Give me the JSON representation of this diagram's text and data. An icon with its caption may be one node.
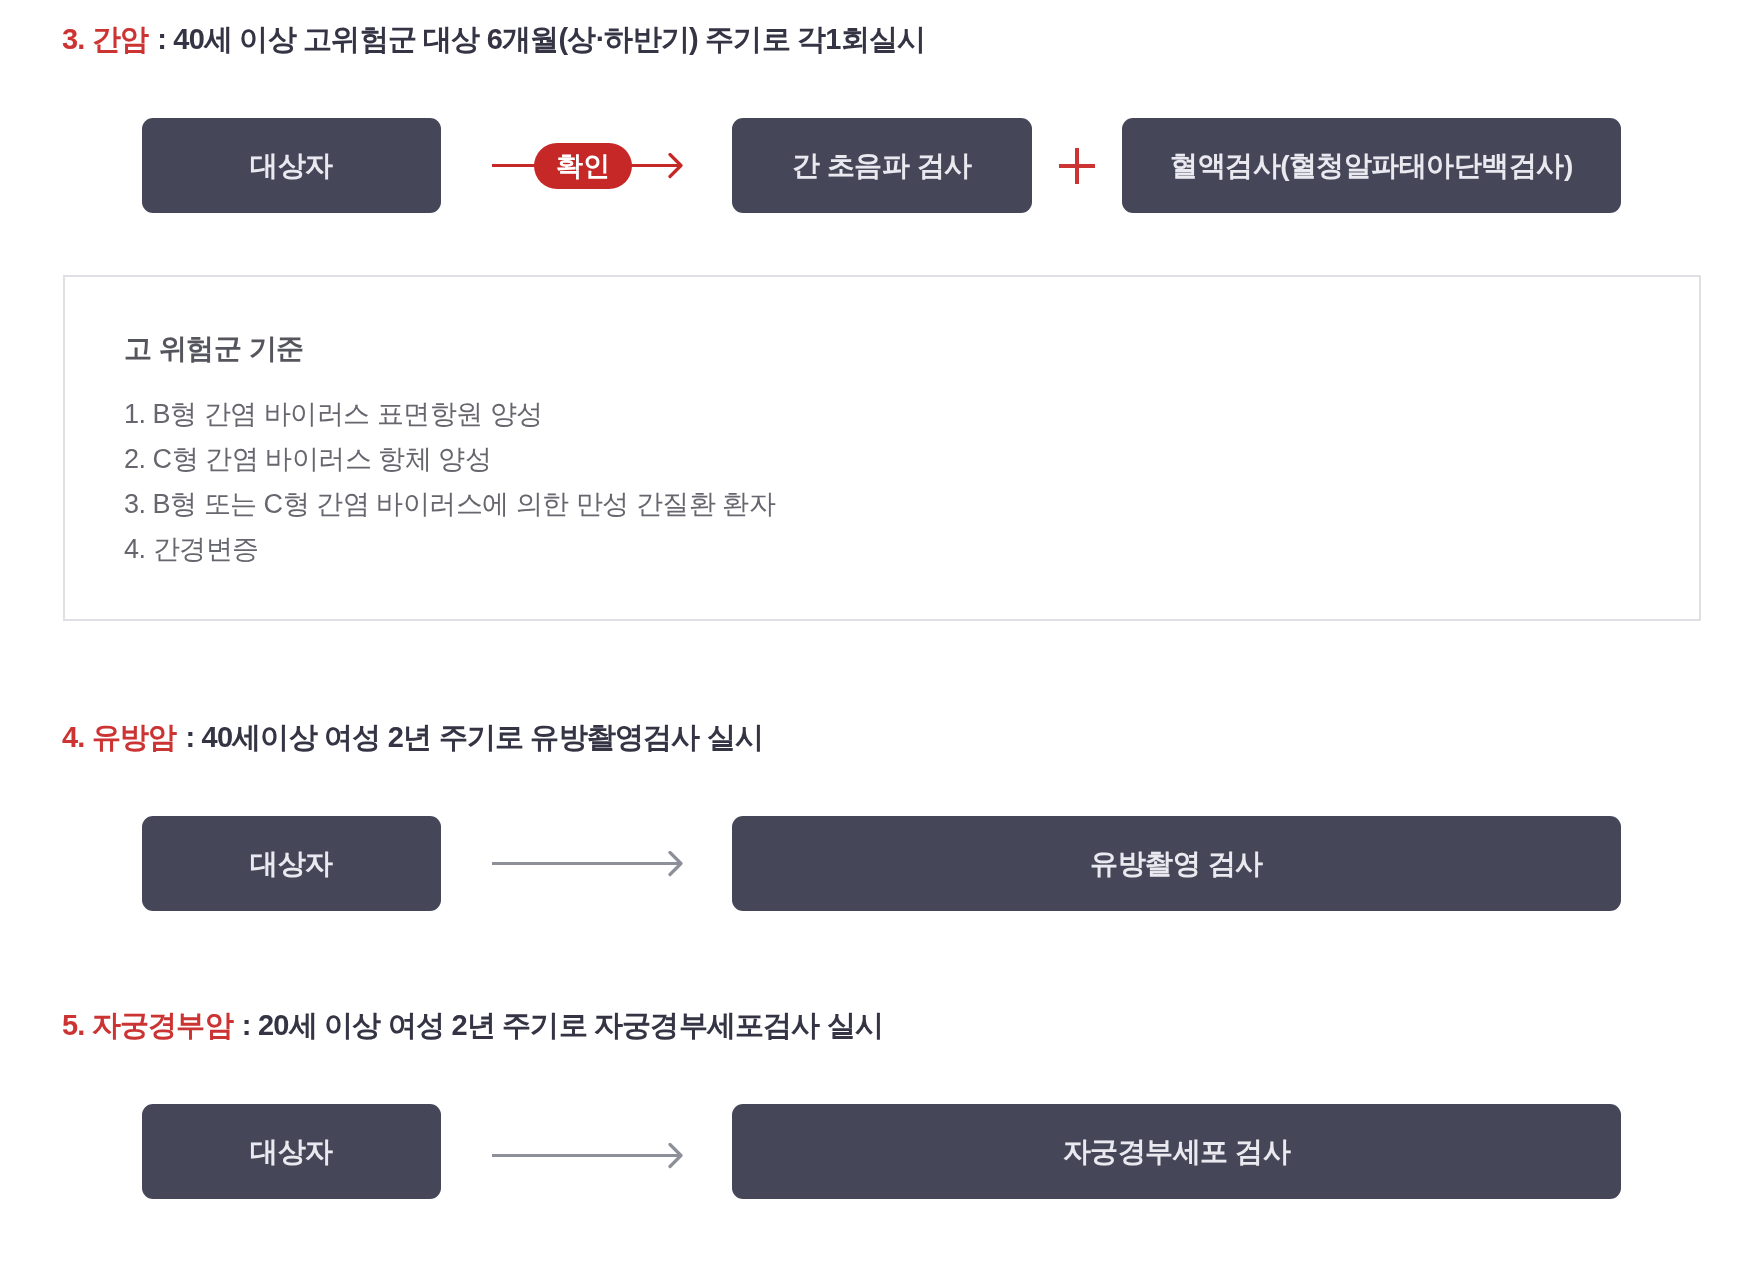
{
  "diagram": {
    "nodes": [
      {
        "text": [
          "대상자"
        ]
      },
      {
        "text": [
          "간 초음파 검사"
        ]
      },
      {
        "text": [
          "혈액검사(혈청알파태아단백검사)"
        ]
      },
      {
        "text": [
          "고 위험군 기준",
          "1. B형 간염 바이러스 표면항원 양성",
          "2. C형 간염 바이러스 항체 양성",
          "3. B형 또는 C형 간염 바이러스에 의한 만성 간질환 환자",
          "4. 간경변증"
        ]
      },
      {
        "text": [
          "대상자"
        ]
      },
      {
        "text": [
          "유방촬영 검사"
        ]
      },
      {
        "text": [
          "대상자"
        ]
      },
      {
        "text": [
          "자궁경부세포 검사"
        ]
      }
    ],
    "edges": [
      {
        "from": 0,
        "to": 1,
        "arrow": "to",
        "label": "확인",
        "color": "#c62828"
      },
      {
        "from": 4,
        "to": 5,
        "arrow": "to"
      },
      {
        "from": 6,
        "to": 7,
        "arrow": "to"
      }
    ],
    "labels": [
      "3. 간암",
      ": 40세 이상 고위험군 대상 6개월(상·하반기) 주기로 각1회실시",
      "4. 유방암",
      ": 40세이상 여성 2년 주기로 유방촬영검사 실시",
      "5. 자궁경부암",
      ": 20세 이상 여성 2년 주기로 자궁경부세포검사 실시"
    ]
  }
}
